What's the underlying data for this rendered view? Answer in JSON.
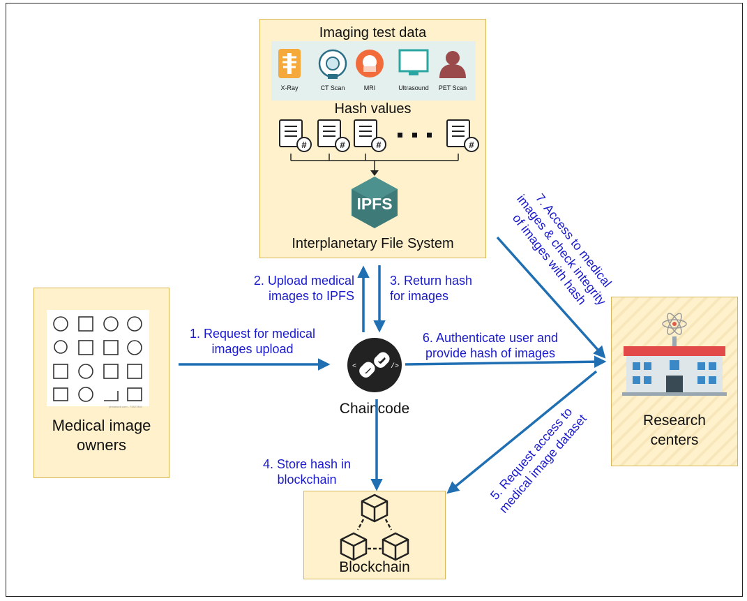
{
  "nodes": {
    "ipfs": {
      "top_label": "Imaging test data",
      "modalities": [
        "X-Ray",
        "CT Scan",
        "MRI",
        "Ultrasound",
        "PET Scan"
      ],
      "hash_label": "Hash values",
      "logo_text": "IPFS",
      "bottom_label": "Interplanetary File System"
    },
    "owners": {
      "label_line1": "Medical image",
      "label_line2": "owners",
      "watermark": "pixtastock.com - 72827844"
    },
    "chaincode": {
      "label": "Chaincode"
    },
    "blockchain": {
      "label": "Blockchain"
    },
    "research": {
      "label_line1": "Research",
      "label_line2": "centers"
    }
  },
  "steps": {
    "s1": {
      "line1": "1. Request for medical",
      "line2": "images upload"
    },
    "s2": {
      "line1": "2. Upload medical",
      "line2": "images to IPFS"
    },
    "s3": {
      "line1": "3. Return hash",
      "line2": "for images"
    },
    "s4": {
      "line1": "4. Store hash in",
      "line2": "blockchain"
    },
    "s5": {
      "line1": "5. Request access to",
      "line2": "medical image dataset"
    },
    "s6": {
      "line1": "6. Authenticate user and",
      "line2": "provide hash of images"
    },
    "s7": {
      "line1": "7. Access to medical",
      "line2": "images & check integrity",
      "line3": "of images with hash"
    }
  },
  "colors": {
    "box_fill": "#fff1cc",
    "box_border": "#d6b656",
    "arrow": "#1f6fb2",
    "step_text": "#1a1acc",
    "ipfs_cube": "#3d7a78"
  }
}
